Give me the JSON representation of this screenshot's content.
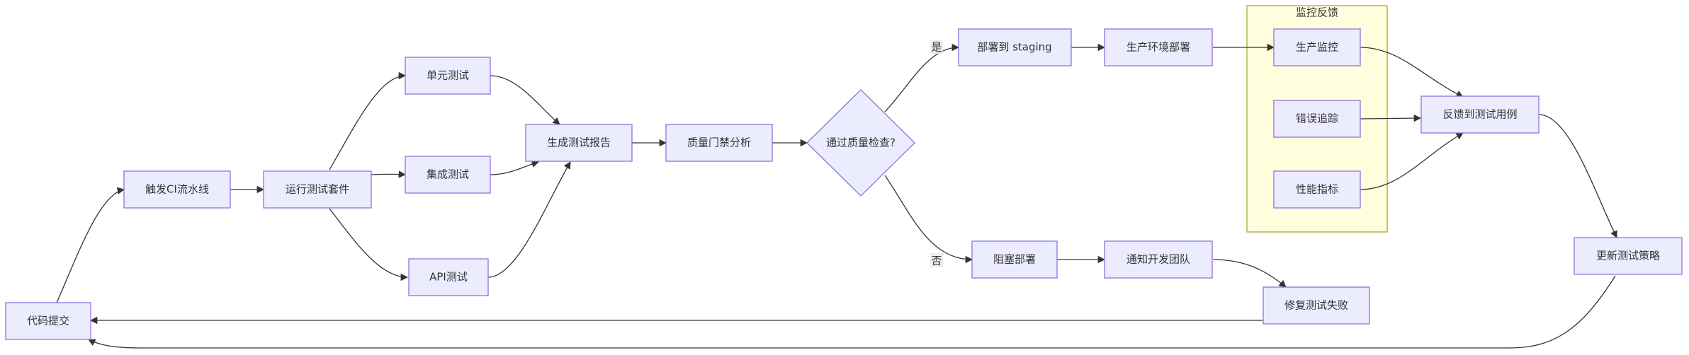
{
  "cluster": {
    "title": "监控反馈"
  },
  "nodes": {
    "A": "代码提交",
    "B": "触发CI流水线",
    "C": "运行测试套件",
    "D": "单元测试",
    "E": "集成测试",
    "F": "API测试",
    "G": "生成测试报告",
    "H": "质量门禁分析",
    "I": "通过质量检查?",
    "J": "部署到 staging",
    "K": "阻塞部署",
    "L": "生产环境部署",
    "M": "通知开发团队",
    "N": "生产监控",
    "O": "错误追踪",
    "P": "性能指标",
    "Q": "反馈到测试用例",
    "R": "更新测试策略",
    "S": "修复测试失败"
  },
  "edge_labels": {
    "yes": "是",
    "no": "否"
  },
  "colors": {
    "node_fill": "#ECECFF",
    "node_stroke": "#9370DB",
    "cluster_fill": "#ffffde",
    "cluster_stroke": "#aaaa33",
    "edge": "#333333"
  }
}
